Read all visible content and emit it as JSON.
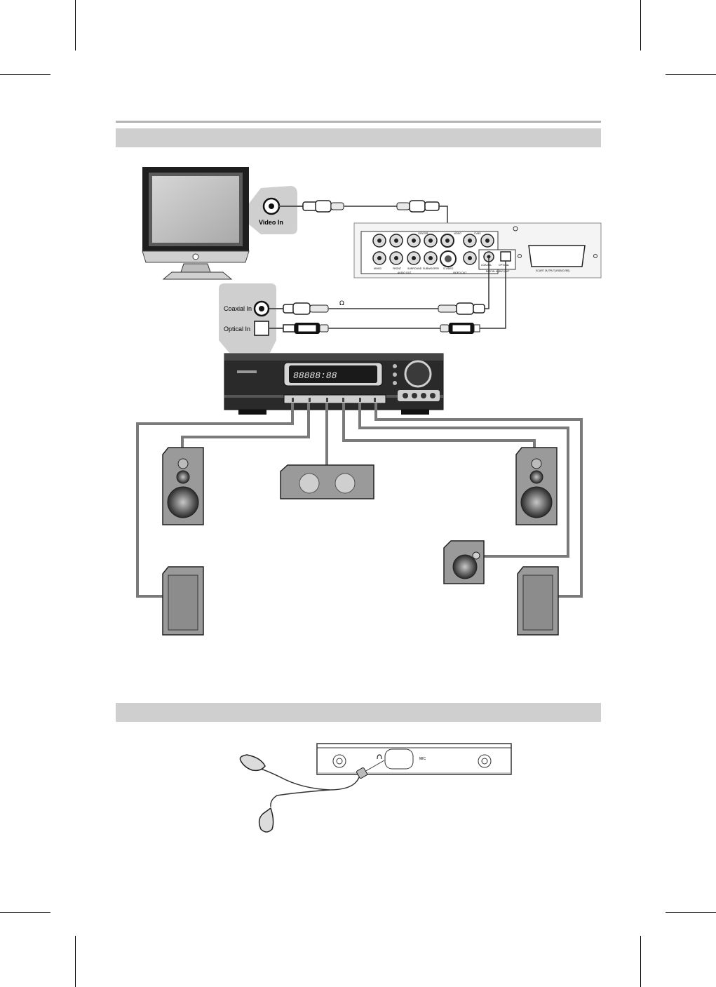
{
  "labels": {
    "video_in": "Video In",
    "coaxial_in": "Coaxial In",
    "optical_in": "Optical In",
    "ohm_symbol": "Ω"
  },
  "player_panel": {
    "audio_out": "AUDIO OUT",
    "mixed": "MIXED",
    "front": "FRONT",
    "surround": "SURROUND",
    "subwoofer": "SUBWOOFER",
    "center": "CENTER",
    "video": "VIDEO",
    "video_out": "VIDEO OUT",
    "s_video": "S-VIDEO",
    "cvbs": "CVBS",
    "coaxial": "COAXIAL",
    "optical": "OPTICAL",
    "digital_audio_out": "DIGITAL AUDIO OUT",
    "scart": "SCART OUTPUT (RGB/CVBS)"
  },
  "receiver": {
    "display": "88888:88"
  },
  "headphone_panel": {
    "mic": "MIC"
  },
  "colors": {
    "section_bar": "#cfcfcf",
    "cable": "#7a7a7a",
    "speaker_body": "#9a9a9a",
    "receiver_body": "#2a2a2a"
  }
}
